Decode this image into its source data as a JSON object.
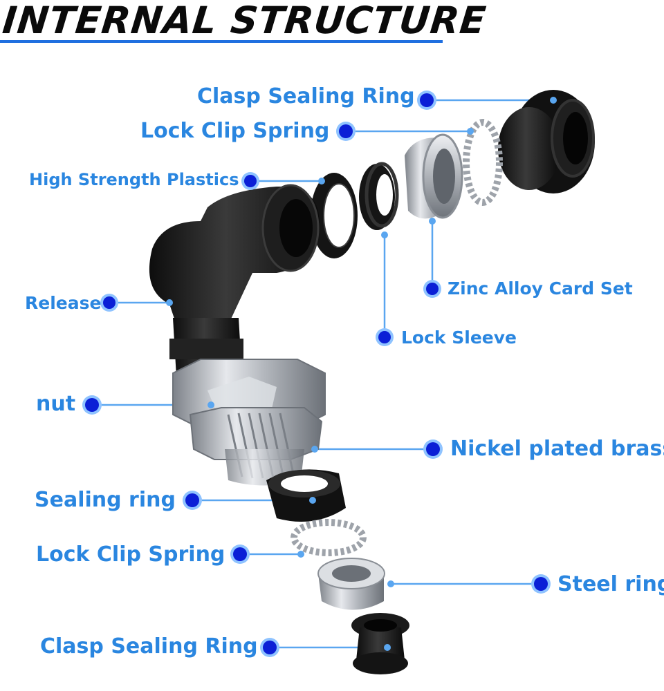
{
  "title": "INTERNAL STRUCTURE",
  "colors": {
    "label": "#2a86e0",
    "dot_outer": "#8fc3ff",
    "dot_inner": "#0b1fd6",
    "leader": "#5aa6f0",
    "title_underline": "#1f6fe0",
    "plastic": "#1a1a1a",
    "metal": "#b8bcc2"
  },
  "labels": {
    "clasp_sealing_ring_top": "Clasp Sealing Ring",
    "lock_clip_spring_top": "Lock Clip Spring",
    "high_strength_plastics": "High Strength Plastics",
    "release": "Release",
    "zinc_alloy_card_set": "Zinc Alloy Card Set",
    "lock_sleeve": "Lock Sleeve",
    "nut": "nut",
    "nickel_plated_brass": "Nickel plated brass",
    "sealing_ring": "Sealing ring",
    "lock_clip_spring_bottom": "Lock Clip Spring",
    "steel_ring": "Steel ring",
    "clasp_sealing_ring_bottom": "Clasp Sealing Ring"
  }
}
